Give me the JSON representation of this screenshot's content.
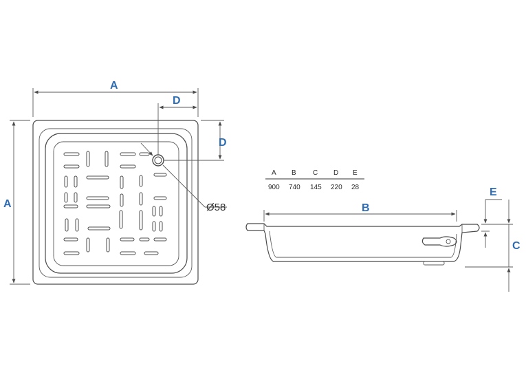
{
  "plan_view": {
    "width_label": "A",
    "height_label": "A",
    "drain_x_label": "D",
    "drain_y_label": "D",
    "drain_diameter_label": "Ø58"
  },
  "side_view": {
    "length_label": "B",
    "rim_label": "E",
    "depth_label": "C"
  },
  "dimensions_table": {
    "headers": [
      "A",
      "B",
      "C",
      "D",
      "E"
    ],
    "values": [
      "900",
      "740",
      "145",
      "220",
      "28"
    ]
  },
  "colors": {
    "label_blue": "#2f6db3",
    "line": "#4a4a4a"
  }
}
